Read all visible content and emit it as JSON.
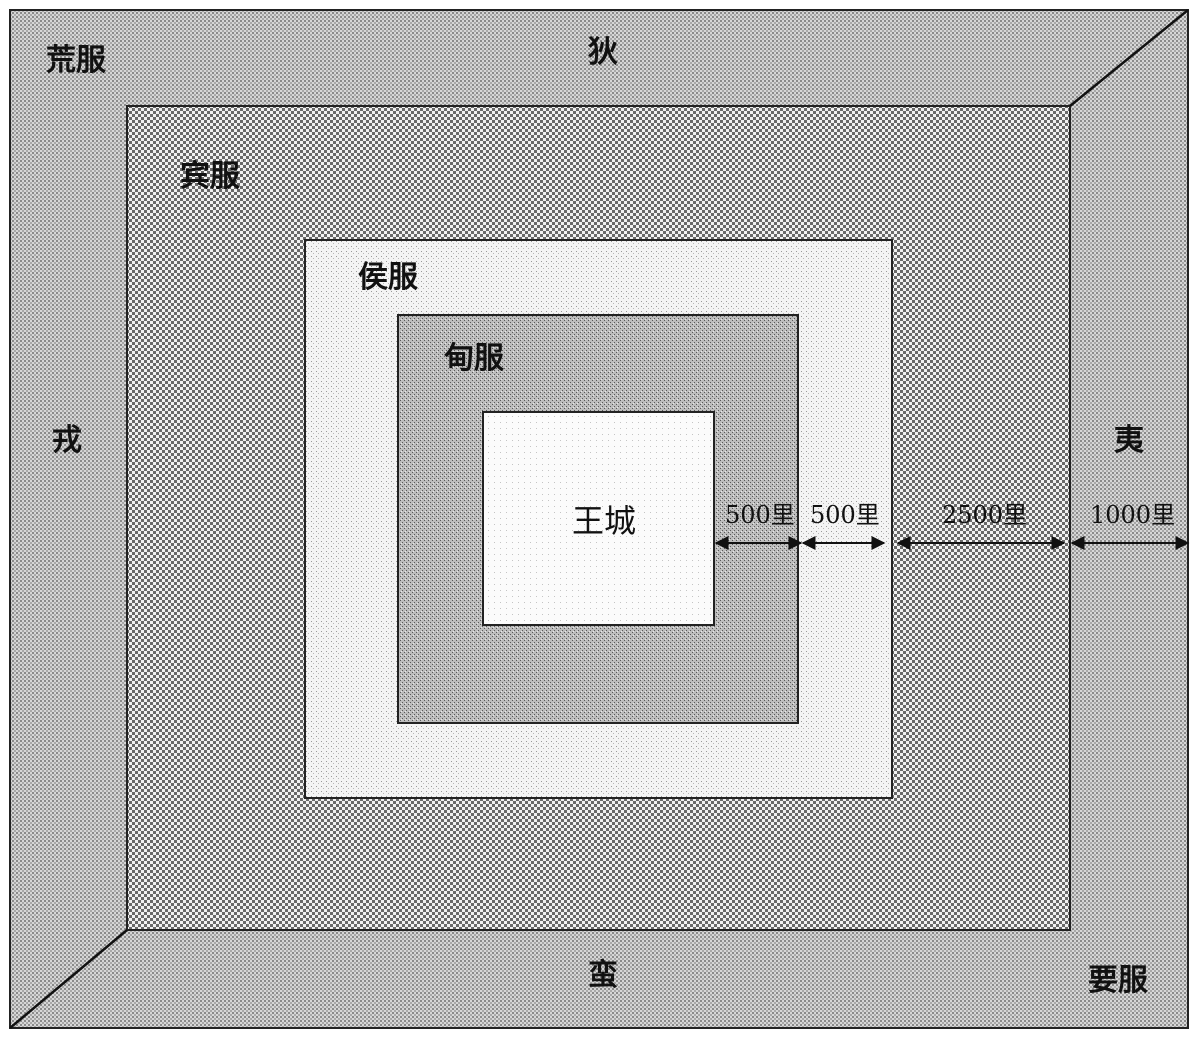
{
  "zones": {
    "outer_label": "荒服",
    "bin_label": "宾服",
    "hou_label": "侯服",
    "dian_label": "甸服",
    "center_label": "王城",
    "yao_label": "要服"
  },
  "directions": {
    "north": "狄",
    "south": "蛮",
    "west": "戎",
    "east": "夷"
  },
  "distances": [
    {
      "label": "500里"
    },
    {
      "label": "500里"
    },
    {
      "label": "2500里"
    },
    {
      "label": "1000里"
    }
  ]
}
